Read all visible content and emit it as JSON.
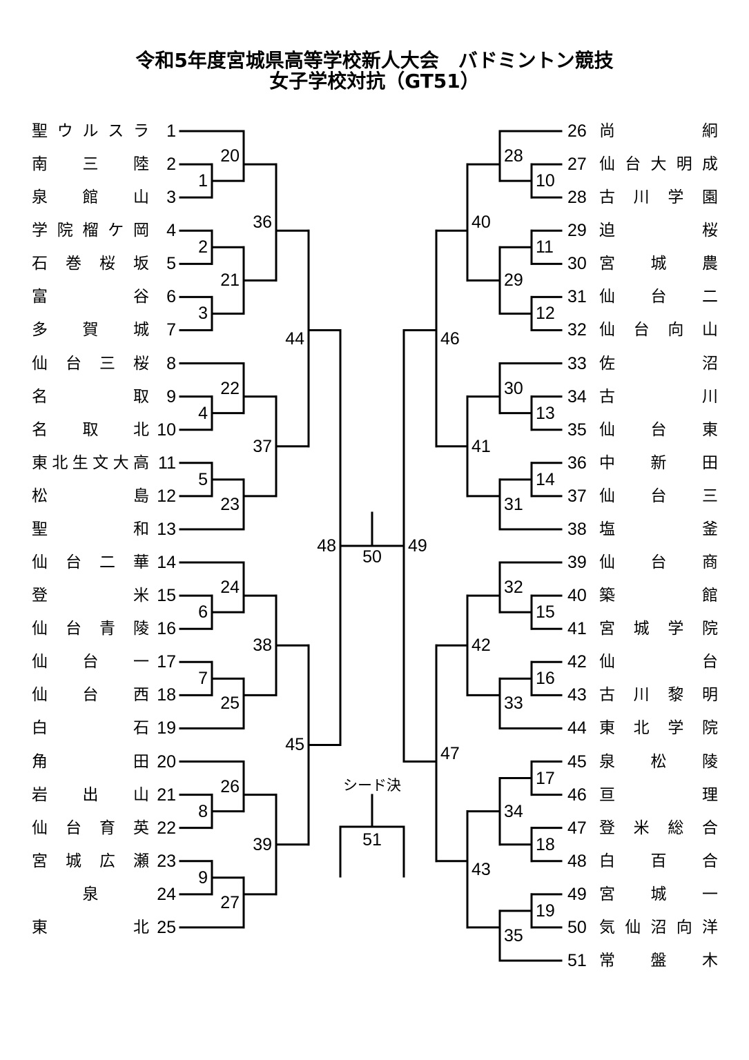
{
  "title": {
    "line1": "令和5年度宮城県高等学校新人大会　バドミントン競技",
    "line2": "女子学校対抗（GT51）"
  },
  "line_color": "#000000",
  "left_teams": [
    {
      "no": "1",
      "name": "聖ウルスラ"
    },
    {
      "no": "2",
      "name": "南三陸"
    },
    {
      "no": "3",
      "name": "泉館山"
    },
    {
      "no": "4",
      "name": "学院榴ケ岡"
    },
    {
      "no": "5",
      "name": "石巻桜坂"
    },
    {
      "no": "6",
      "name": "富谷"
    },
    {
      "no": "7",
      "name": "多賀城"
    },
    {
      "no": "8",
      "name": "仙台三桜"
    },
    {
      "no": "9",
      "name": "名取"
    },
    {
      "no": "10",
      "name": "名取北"
    },
    {
      "no": "11",
      "name": "東北生文大高"
    },
    {
      "no": "12",
      "name": "松島"
    },
    {
      "no": "13",
      "name": "聖和"
    },
    {
      "no": "14",
      "name": "仙台二華"
    },
    {
      "no": "15",
      "name": "登米"
    },
    {
      "no": "16",
      "name": "仙台青陵"
    },
    {
      "no": "17",
      "name": "仙台一"
    },
    {
      "no": "18",
      "name": "仙台西"
    },
    {
      "no": "19",
      "name": "白石"
    },
    {
      "no": "20",
      "name": "角田"
    },
    {
      "no": "21",
      "name": "岩出山"
    },
    {
      "no": "22",
      "name": "仙台育英"
    },
    {
      "no": "23",
      "name": "宮城広瀬"
    },
    {
      "no": "24",
      "name": "泉"
    },
    {
      "no": "25",
      "name": "東北"
    }
  ],
  "right_teams": [
    {
      "no": "26",
      "name": "尚絅"
    },
    {
      "no": "27",
      "name": "仙台大明成"
    },
    {
      "no": "28",
      "name": "古川学園"
    },
    {
      "no": "29",
      "name": "迫桜"
    },
    {
      "no": "30",
      "name": "宮城農"
    },
    {
      "no": "31",
      "name": "仙台二"
    },
    {
      "no": "32",
      "name": "仙台向山"
    },
    {
      "no": "33",
      "name": "佐沼"
    },
    {
      "no": "34",
      "name": "古川"
    },
    {
      "no": "35",
      "name": "仙台東"
    },
    {
      "no": "36",
      "name": "中新田"
    },
    {
      "no": "37",
      "name": "仙台三"
    },
    {
      "no": "38",
      "name": "塩釜"
    },
    {
      "no": "39",
      "name": "仙台商"
    },
    {
      "no": "40",
      "name": "築館"
    },
    {
      "no": "41",
      "name": "宮城学院"
    },
    {
      "no": "42",
      "name": "仙台"
    },
    {
      "no": "43",
      "name": "古川黎明"
    },
    {
      "no": "44",
      "name": "東北学院"
    },
    {
      "no": "45",
      "name": "泉松陵"
    },
    {
      "no": "46",
      "name": "亘理"
    },
    {
      "no": "47",
      "name": "登米総合"
    },
    {
      "no": "48",
      "name": "白百合"
    },
    {
      "no": "49",
      "name": "宮城一"
    },
    {
      "no": "50",
      "name": "気仙沼向洋"
    },
    {
      "no": "51",
      "name": "常盤木"
    }
  ],
  "matches": [
    {
      "no": "1",
      "children": [
        {
          "team": "2"
        },
        {
          "team": "3"
        }
      ]
    },
    {
      "no": "2",
      "children": [
        {
          "team": "4"
        },
        {
          "team": "5"
        }
      ]
    },
    {
      "no": "3",
      "children": [
        {
          "team": "6"
        },
        {
          "team": "7"
        }
      ]
    },
    {
      "no": "4",
      "children": [
        {
          "team": "9"
        },
        {
          "team": "10"
        }
      ]
    },
    {
      "no": "5",
      "children": [
        {
          "team": "11"
        },
        {
          "team": "12"
        }
      ]
    },
    {
      "no": "6",
      "children": [
        {
          "team": "15"
        },
        {
          "team": "16"
        }
      ]
    },
    {
      "no": "7",
      "children": [
        {
          "team": "17"
        },
        {
          "team": "18"
        }
      ]
    },
    {
      "no": "8",
      "children": [
        {
          "team": "21"
        },
        {
          "team": "22"
        }
      ]
    },
    {
      "no": "9",
      "children": [
        {
          "team": "23"
        },
        {
          "team": "24"
        }
      ]
    },
    {
      "no": "10",
      "children": [
        {
          "team": "27"
        },
        {
          "team": "28"
        }
      ]
    },
    {
      "no": "11",
      "children": [
        {
          "team": "29"
        },
        {
          "team": "30"
        }
      ]
    },
    {
      "no": "12",
      "children": [
        {
          "team": "31"
        },
        {
          "team": "32"
        }
      ]
    },
    {
      "no": "13",
      "children": [
        {
          "team": "34"
        },
        {
          "team": "35"
        }
      ]
    },
    {
      "no": "14",
      "children": [
        {
          "team": "36"
        },
        {
          "team": "37"
        }
      ]
    },
    {
      "no": "15",
      "children": [
        {
          "team": "40"
        },
        {
          "team": "41"
        }
      ]
    },
    {
      "no": "16",
      "children": [
        {
          "team": "42"
        },
        {
          "team": "43"
        }
      ]
    },
    {
      "no": "17",
      "children": [
        {
          "team": "45"
        },
        {
          "team": "46"
        }
      ]
    },
    {
      "no": "18",
      "children": [
        {
          "team": "47"
        },
        {
          "team": "48"
        }
      ]
    },
    {
      "no": "19",
      "children": [
        {
          "team": "49"
        },
        {
          "team": "50"
        }
      ]
    },
    {
      "no": "20",
      "children": [
        {
          "team": "1"
        },
        {
          "match": "1"
        }
      ]
    },
    {
      "no": "21",
      "children": [
        {
          "match": "2"
        },
        {
          "match": "3"
        }
      ]
    },
    {
      "no": "22",
      "children": [
        {
          "team": "8"
        },
        {
          "match": "4"
        }
      ]
    },
    {
      "no": "23",
      "children": [
        {
          "match": "5"
        },
        {
          "team": "13"
        }
      ]
    },
    {
      "no": "24",
      "children": [
        {
          "team": "14"
        },
        {
          "match": "6"
        }
      ]
    },
    {
      "no": "25",
      "children": [
        {
          "match": "7"
        },
        {
          "team": "19"
        }
      ]
    },
    {
      "no": "26",
      "children": [
        {
          "team": "20"
        },
        {
          "match": "8"
        }
      ]
    },
    {
      "no": "27",
      "children": [
        {
          "match": "9"
        },
        {
          "team": "25"
        }
      ]
    },
    {
      "no": "28",
      "children": [
        {
          "team": "26"
        },
        {
          "match": "10"
        }
      ]
    },
    {
      "no": "29",
      "children": [
        {
          "match": "11"
        },
        {
          "match": "12"
        }
      ]
    },
    {
      "no": "30",
      "children": [
        {
          "team": "33"
        },
        {
          "match": "13"
        }
      ]
    },
    {
      "no": "31",
      "children": [
        {
          "match": "14"
        },
        {
          "team": "38"
        }
      ]
    },
    {
      "no": "32",
      "children": [
        {
          "team": "39"
        },
        {
          "match": "15"
        }
      ]
    },
    {
      "no": "33",
      "children": [
        {
          "match": "16"
        },
        {
          "team": "44"
        }
      ]
    },
    {
      "no": "34",
      "children": [
        {
          "match": "17"
        },
        {
          "match": "18"
        }
      ]
    },
    {
      "no": "35",
      "children": [
        {
          "match": "19"
        },
        {
          "team": "51"
        }
      ]
    },
    {
      "no": "36",
      "children": [
        {
          "match": "20"
        },
        {
          "match": "21"
        }
      ]
    },
    {
      "no": "37",
      "children": [
        {
          "match": "22"
        },
        {
          "match": "23"
        }
      ]
    },
    {
      "no": "38",
      "children": [
        {
          "match": "24"
        },
        {
          "match": "25"
        }
      ]
    },
    {
      "no": "39",
      "children": [
        {
          "match": "26"
        },
        {
          "match": "27"
        }
      ]
    },
    {
      "no": "40",
      "children": [
        {
          "match": "28"
        },
        {
          "match": "29"
        }
      ]
    },
    {
      "no": "41",
      "children": [
        {
          "match": "30"
        },
        {
          "match": "31"
        }
      ]
    },
    {
      "no": "42",
      "children": [
        {
          "match": "32"
        },
        {
          "match": "33"
        }
      ]
    },
    {
      "no": "43",
      "children": [
        {
          "match": "34"
        },
        {
          "match": "35"
        }
      ]
    },
    {
      "no": "44",
      "children": [
        {
          "match": "36"
        },
        {
          "match": "37"
        }
      ]
    },
    {
      "no": "45",
      "children": [
        {
          "match": "38"
        },
        {
          "match": "39"
        }
      ]
    },
    {
      "no": "46",
      "children": [
        {
          "match": "40"
        },
        {
          "match": "41"
        }
      ]
    },
    {
      "no": "47",
      "children": [
        {
          "match": "42"
        },
        {
          "match": "43"
        }
      ]
    },
    {
      "no": "48",
      "children": [
        {
          "match": "44"
        },
        {
          "match": "45"
        }
      ]
    },
    {
      "no": "49",
      "children": [
        {
          "match": "46"
        },
        {
          "match": "47"
        }
      ]
    }
  ],
  "final": {
    "no": "50",
    "children": [
      {
        "match": "48"
      },
      {
        "match": "49"
      }
    ]
  },
  "seed_decision": {
    "label": "シード決",
    "no": "51"
  }
}
